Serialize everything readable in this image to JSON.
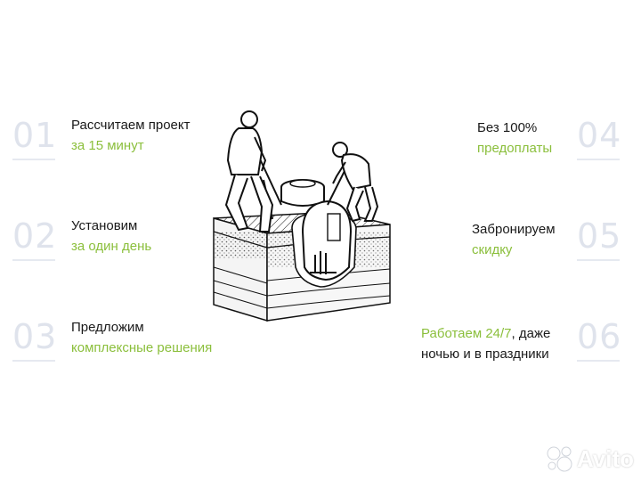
{
  "features": [
    {
      "num": "01",
      "line1": "Рассчитаем проект",
      "line2": "за 15 минут"
    },
    {
      "num": "02",
      "line1": "Установим",
      "line2": "за один день"
    },
    {
      "num": "03",
      "line1": "Предложим",
      "line2": "комплексные решения"
    },
    {
      "num": "04",
      "line1": "Без 100%",
      "line2": "предоплаты"
    },
    {
      "num": "05",
      "line1": "Забронируем",
      "line2": "скидку"
    },
    {
      "num": "06",
      "line1_green": "Работаем 24/7",
      "line1_dark": ", даже",
      "line2": "ночью и в праздники"
    }
  ],
  "watermark": {
    "text": "Avito"
  },
  "colors": {
    "accent": "#8bbf3c",
    "text": "#1a1a1a",
    "number": "#dfe3ec"
  },
  "icons": {
    "illustration": "septic-tank-installation-illustration",
    "watermark": "avito-logo-icon"
  }
}
